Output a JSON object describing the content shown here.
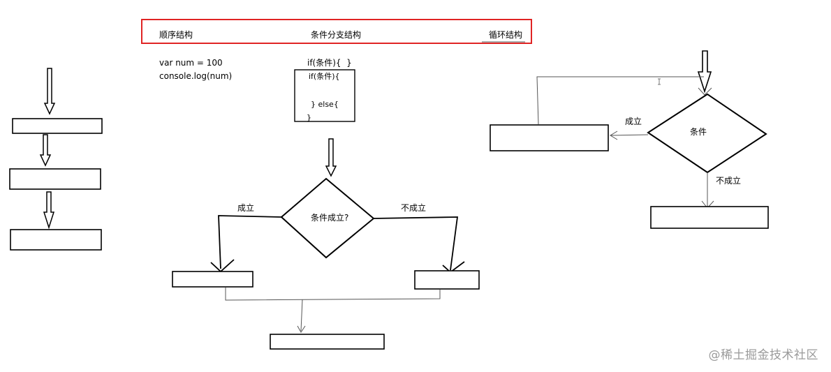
{
  "header": {
    "sequence": "顺序结构",
    "branch": "条件分支结构",
    "loop": "循环结构"
  },
  "code": {
    "line1": "var num = 100",
    "line2": "console.log(num)",
    "if_top": "if(条件){  }",
    "box_line1": "if(条件){",
    "box_line2": "} else{",
    "box_line3": "}"
  },
  "branch_chart": {
    "decision": "条件成立?",
    "yes": "成立",
    "no": "不成立"
  },
  "loop_chart": {
    "decision": "条件",
    "yes": "成立",
    "no": "不成立"
  },
  "watermark": "@稀土掘金技术社区",
  "colors": {
    "header_border": "#e02424",
    "stroke": "#000000",
    "connector": "#555555"
  }
}
